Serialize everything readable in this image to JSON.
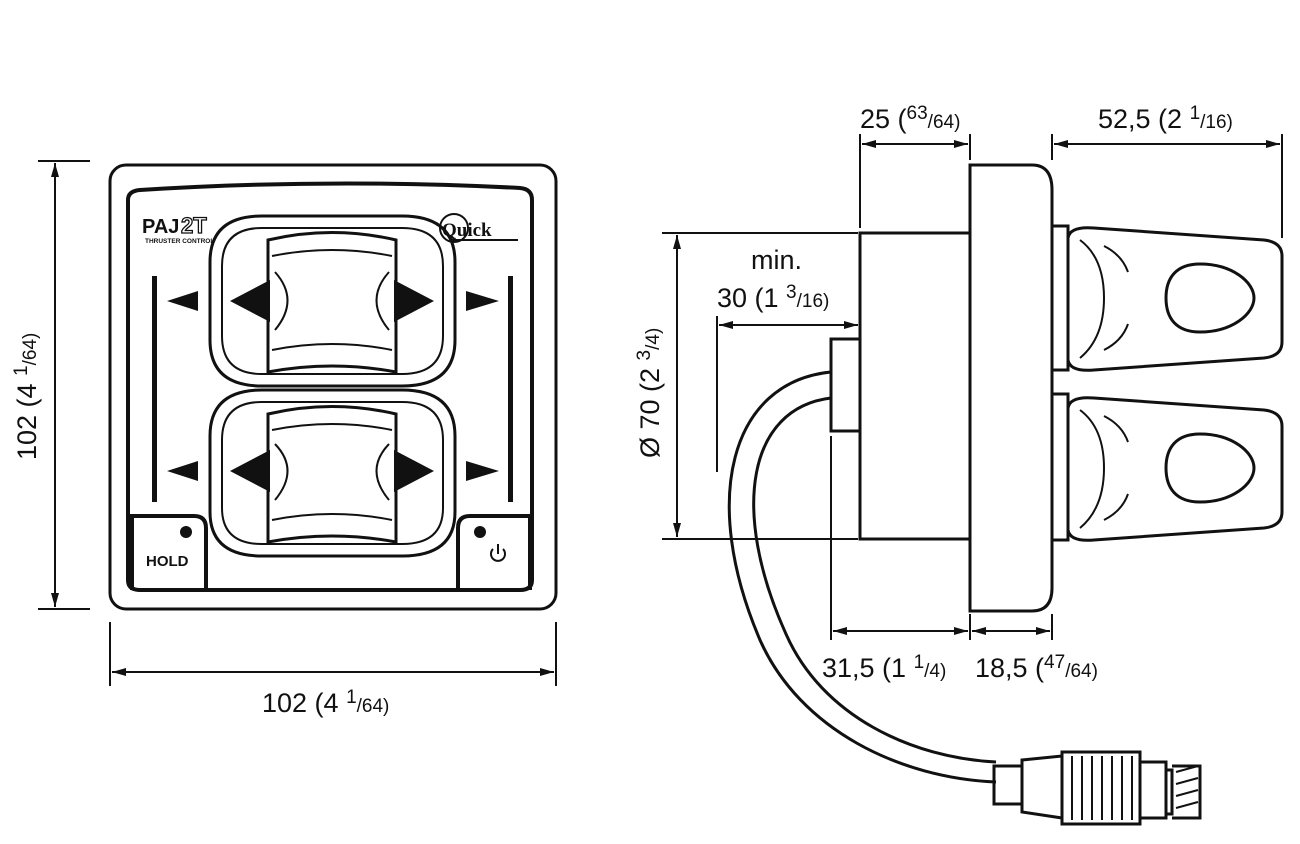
{
  "front_view": {
    "brand_logo": "Quick",
    "model_prefix": "PAJ",
    "model_suffix": "2T",
    "model_caption": "THRUSTER CONTROL",
    "hold_label": "HOLD",
    "power_icon": "power-icon",
    "arrow_icon": "triangle-arrow-icon"
  },
  "dimensions": {
    "width_main": "102 (4 ",
    "width_frac_num": "1",
    "width_frac_den": "/64)",
    "height_main": "102 (4 ",
    "height_frac_num": "1",
    "height_frac_den": "/64)",
    "depth_25_main": "25 (",
    "depth_25_frac_num": "63",
    "depth_25_frac_den": "/64)",
    "depth_52_main": "52,5 (2 ",
    "depth_52_frac_num": "1",
    "depth_52_frac_den": "/16)",
    "min_label": "min.",
    "min_30_main": "30 (1 ",
    "min_30_frac_num": "3",
    "min_30_frac_den": "/16)",
    "diameter_main": "Ø 70 (2 ",
    "diameter_frac_num": "3",
    "diameter_frac_den": "/4)",
    "depth_31_main": "31,5 (1 ",
    "depth_31_frac_num": "1",
    "depth_31_frac_den": "/4)",
    "depth_18_main": "18,5 (",
    "depth_18_frac_num": "47",
    "depth_18_frac_den": "/64)"
  },
  "colors": {
    "line": "#111111",
    "background": "#ffffff"
  }
}
